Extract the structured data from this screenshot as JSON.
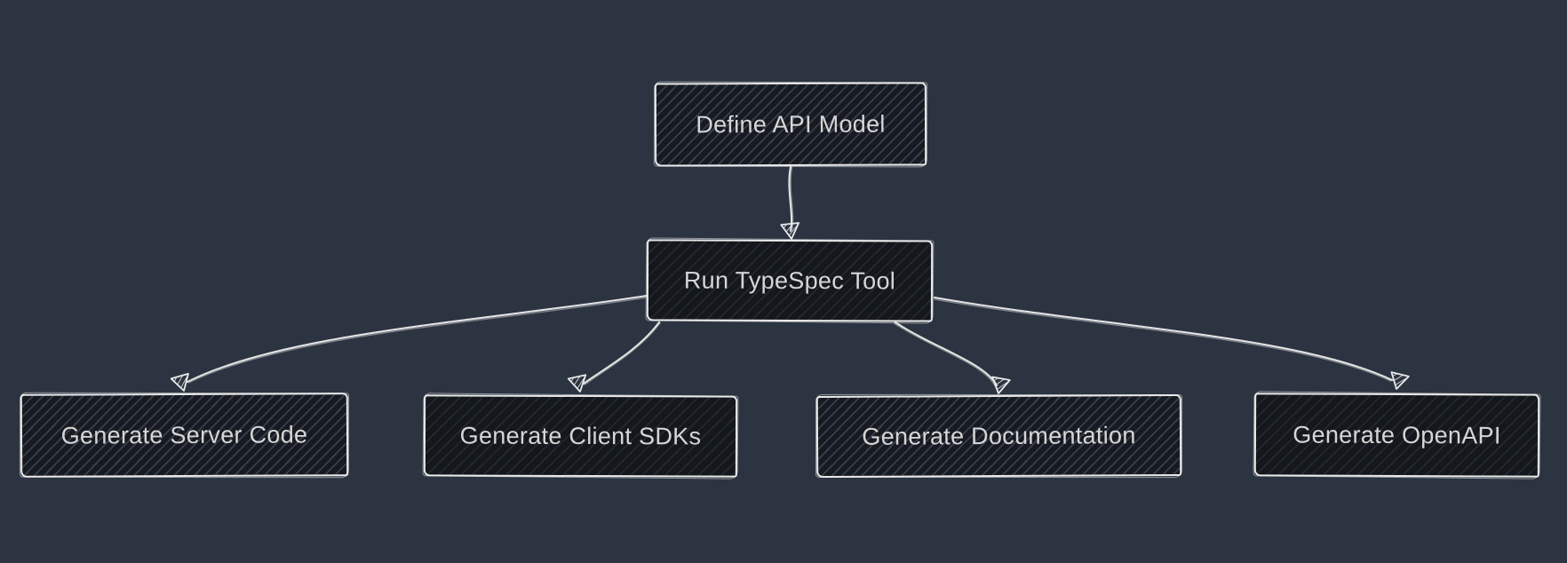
{
  "diagram": {
    "type": "flowchart",
    "direction": "top-down",
    "style": "hand-drawn-dark",
    "colors": {
      "background": "#2b3440",
      "node_fill": "#171a20",
      "node_hatch": "#55central6e8a",
      "stroke": "#e9e9e9",
      "text": "#d6d6d6"
    },
    "nodes": [
      {
        "id": "define-api-model",
        "label": "Define API Model"
      },
      {
        "id": "run-typespec-tool",
        "label": "Run TypeSpec Tool"
      },
      {
        "id": "generate-server-code",
        "label": "Generate Server Code"
      },
      {
        "id": "generate-client-sdks",
        "label": "Generate Client SDKs"
      },
      {
        "id": "generate-documentation",
        "label": "Generate Documentation"
      },
      {
        "id": "generate-openapi",
        "label": "Generate OpenAPI"
      }
    ],
    "edges": [
      {
        "from": "define-api-model",
        "to": "run-typespec-tool"
      },
      {
        "from": "run-typespec-tool",
        "to": "generate-server-code"
      },
      {
        "from": "run-typespec-tool",
        "to": "generate-client-sdks"
      },
      {
        "from": "run-typespec-tool",
        "to": "generate-documentation"
      },
      {
        "from": "run-typespec-tool",
        "to": "generate-openapi"
      }
    ]
  }
}
